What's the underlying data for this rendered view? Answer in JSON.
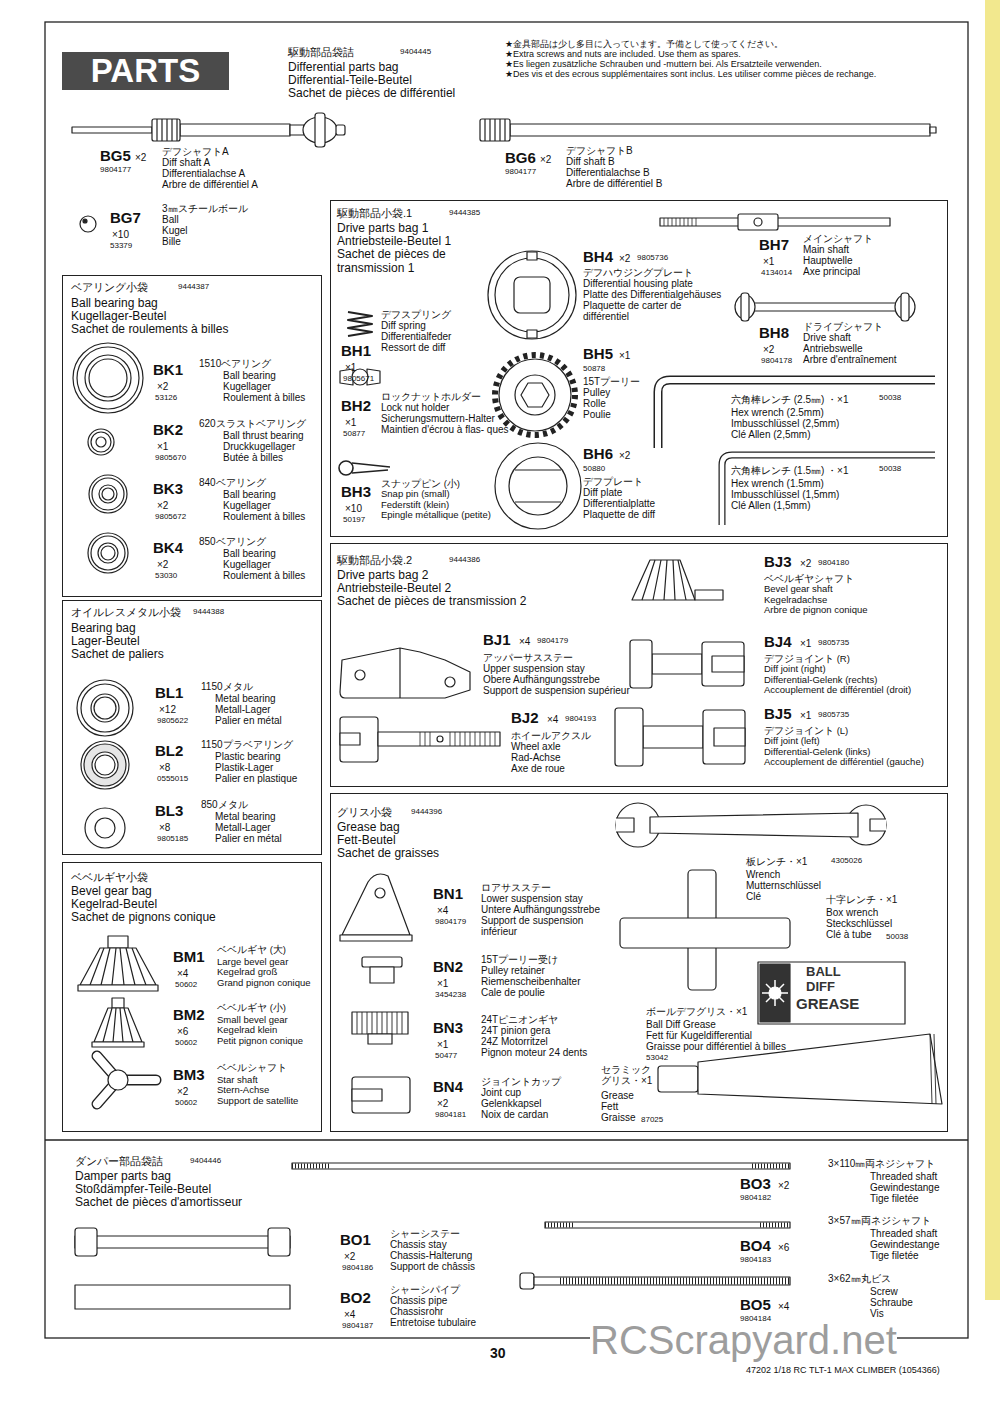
{
  "diagram": {
    "title": "PARTS",
    "nodes": [
      {
        "text": [
          "ベアリング小袋",
          "9444387",
          "Ball bearing bag",
          "Kugellager-Beutel",
          "Sachet de roulements à billes",
          "BK1",
          "×2",
          "53126",
          "1510ベアリング",
          "Ball bearing",
          "Kugellager",
          "Roulement à billes",
          "BK2",
          "×1",
          "9805670",
          "620スラストベアリング",
          "Ball thrust bearing",
          "Druckkugellager",
          "Butée à billes",
          "BK3",
          "×2",
          "9805672",
          "840ベアリング",
          "Ball bearing",
          "Kugellager",
          "Roulement à billes",
          "BK4",
          "×2",
          "53030",
          "850ベアリング",
          "Ball bearing",
          "Kugellager",
          "Roulement à billes"
        ]
      },
      {
        "text": [
          "オイルレスメタル小袋",
          "9444388",
          "Bearing bag",
          "Lager-Beutel",
          "Sachet de paliers",
          "BL1",
          "×12",
          "9805622",
          "1150メタル",
          "Metal bearing",
          "Metall-Lager",
          "Palier en métal",
          "BL2",
          "×8",
          "0555015",
          "1150プラベアリング",
          "Plastic bearing",
          "Plastik-Lager",
          "Palier en plastique",
          "BL3",
          "×8",
          "9805185",
          "850メタル",
          "Metal bearing",
          "Metall-Lager",
          "Palier en métal"
        ]
      },
      {
        "text": [
          "ベベルギヤ小袋",
          "Bevel gear bag",
          "Kegelrad-Beutel",
          "Sachet de pignons conique",
          "BM1",
          "×4",
          "50602",
          "ベベルギヤ (大)",
          "Large bevel gear",
          "Kegelrad groß",
          "Grand pignon conique",
          "BM2",
          "×6",
          "50602",
          "ベベルギヤ (小)",
          "Small bevel gear",
          "Kegelrad klein",
          "Petit pignon conique",
          "BM3",
          "×2",
          "50602",
          "ベベルシャフト",
          "Star shaft",
          "Stern-Achse",
          "Support de satellite"
        ]
      },
      {
        "text": [
          "駆動部品小袋.1",
          "9444385",
          "Drive parts bag 1",
          "Antriebsteile-Beutel 1",
          "Sachet de pièces de transmission 1",
          "BH1",
          "×1",
          "9805671",
          "デフスプリング",
          "Diff spring",
          "Differentialfeder",
          "Ressort de diff",
          "BH2",
          "×1",
          "50877",
          "ロックナットホルダー",
          "Lock nut holder",
          "Sicherungsmuttern-Halter",
          "Maintien d'écrou à flas- ques",
          "BH3",
          "×10",
          "50197",
          "スナップピン (小)",
          "Snap pin (small)",
          "Federstift (klein)",
          "Epingle métallique (petite)",
          "BH4",
          "×2",
          "9805736",
          "デフハウジングプレート",
          "Differential housing plate",
          "Platte des Differentialgehäuses",
          "Plaquette de carter de différentiel",
          "BH5",
          "×1",
          "50878",
          "15Tプーリー",
          "Pulley",
          "Rolle",
          "Poulie",
          "BH6",
          "×2",
          "50880",
          "デフプレート",
          "Diff plate",
          "Differentialplatte",
          "Plaquette de diff",
          "BH7",
          "×1",
          "4134014",
          "メインシャフト",
          "Main shaft",
          "Hauptwelle",
          "Axe principal",
          "BH8",
          "×2",
          "9804178",
          "ドライブシャフト",
          "Drive shaft",
          "Antriebswelle",
          "Arbre d'entraînement",
          "六角棒レンチ (2.5㎜) ・×1",
          "50038",
          "Hex wrench (2.5mm)",
          "Imbusschlüssel (2,5mm)",
          "Clé Allen (2,5mm)",
          "六角棒レンチ (1.5㎜) ・×1",
          "50038",
          "Hex wrench (1.5mm)",
          "Imbusschlüssel (1,5mm)",
          "Clé Allen (1,5mm)"
        ]
      },
      {
        "text": [
          "駆動部品小袋.2",
          "9444386",
          "Drive parts bag 2",
          "Antriebsteile-Beutel 2",
          "Sachet de pièces de transmission 2",
          "BJ1",
          "×4",
          "9804179",
          "アッパーサスステー",
          "Upper suspension stay",
          "Obere Aufhängungsstrebe",
          "Support de suspension supérieur",
          "BJ2",
          "×4",
          "9804193",
          "ホイールアクスル",
          "Wheel axle",
          "Rad-Achse",
          "Axe de roue",
          "BJ3",
          "×2",
          "9804180",
          "ベベルギヤシャフト",
          "Bevel gear shaft",
          "Kegelradachse",
          "Arbre de pignon conique",
          "BJ4",
          "×1",
          "9805735",
          "デフジョイント (R)",
          "Diff joint (right)",
          "Differential-Gelenk (rechts)",
          "Accouplement de différentiel (droit)",
          "BJ5",
          "×1",
          "9805735",
          "デフジョイント (L)",
          "Diff joint (left)",
          "Differential-Gelenk (links)",
          "Accouplement de différentiel (gauche)"
        ]
      },
      {
        "text": [
          "グリス小袋",
          "9444396",
          "Grease bag",
          "Fett-Beutel",
          "Sachet de graisses",
          "BN1",
          "×4",
          "9804179",
          "ロアサスステー",
          "Lower suspension stay",
          "Untere Aufhängungsstrebe",
          "Support de suspension inférieur",
          "BN2",
          "×1",
          "3454238",
          "15Tプーリー受け",
          "Pulley retainer",
          "Riemenscheibenhalter",
          "Cale de poulie",
          "BN3",
          "×1",
          "50477",
          "24Tピニオンギヤ",
          "24T pinion gera",
          "24Z Motorritzel",
          "Pignon moteur 24 dents",
          "BN4",
          "×2",
          "9804181",
          "ジョイントカップ",
          "Joint cup",
          "Gelenkkapsel",
          "Noix de cardan",
          "板レンチ・×1",
          "4305026",
          "Wrench",
          "Mutternschlüssel",
          "Clé",
          "十字レンチ・×1",
          "Box wrench",
          "Steckschlüssel",
          "Clé à tube",
          "50038",
          "BALL",
          "DIFF",
          "GREASE",
          "ボールデフグリス・×1",
          "Ball Diff Grease",
          "Fett für Kugeldifferential",
          "Graisse pour différentiel à billes",
          "53042",
          "セラミック グリス・×1",
          "Grease",
          "Fett",
          "Graisse",
          "87025"
        ]
      }
    ],
    "labels": [
      "駆動部品袋詰",
      "9404445",
      "Differential parts bag",
      "Differential-Teile-Beutel",
      "Sachet de pièces de différentiel",
      "★金具部品は少し多目に入っています。予備として使ってください。",
      "★Extra screws and nuts are included. Use them as spares.",
      "★Es liegen zusätzliche Schrauben und -muttern bei. Als Ersatzteile verwenden.",
      "★Des vis et des ecrous supplémentaires sont inclus. Les utiliser comme pièces de rechange.",
      "BG5",
      "×2",
      "9804177",
      "デフシャフトA",
      "Diff shaft A",
      "Differentialachse A",
      "Arbre de différentiel A",
      "BG6",
      "×2",
      "9804177",
      "デフシャフトB",
      "Diff shaft B",
      "Differentialachse B",
      "Arbre de différentiel B",
      "BG7",
      "×10",
      "53379",
      "3㎜スチールボール",
      "Ball",
      "Kugel",
      "Bille",
      "ダンパー部品袋詰",
      "9404446",
      "Damper parts bag",
      "Stoßdämpfer-Teile-Beutel",
      "Sachet de pièces d'amortisseur",
      "BO1",
      "×2",
      "9804186",
      "シャーシステー",
      "Chassis stay",
      "Chassis-Halterung",
      "Support de châssis",
      "BO2",
      "×4",
      "9804187",
      "シャーシパイプ",
      "Chassis pipe",
      "Chassisrohr",
      "Entretoise tubulaire",
      "BO3",
      "×2",
      "9804182",
      "3×110㎜両ネジシャフト",
      "Threaded shaft",
      "Gewindestange",
      "Tige filetée",
      "BO4",
      "×6",
      "9804183",
      "3×57㎜両ネジシャフト",
      "Threaded shaft",
      "Gewindestange",
      "Tige filetée",
      "BO5",
      "×4",
      "9804184",
      "3×62㎜丸ビス",
      "Screw",
      "Schraube",
      "Vis",
      "30",
      "47202 1/18 RC TLT-1 MAX CLIMBER (1054366)",
      "RCScrapyard.net"
    ]
  }
}
